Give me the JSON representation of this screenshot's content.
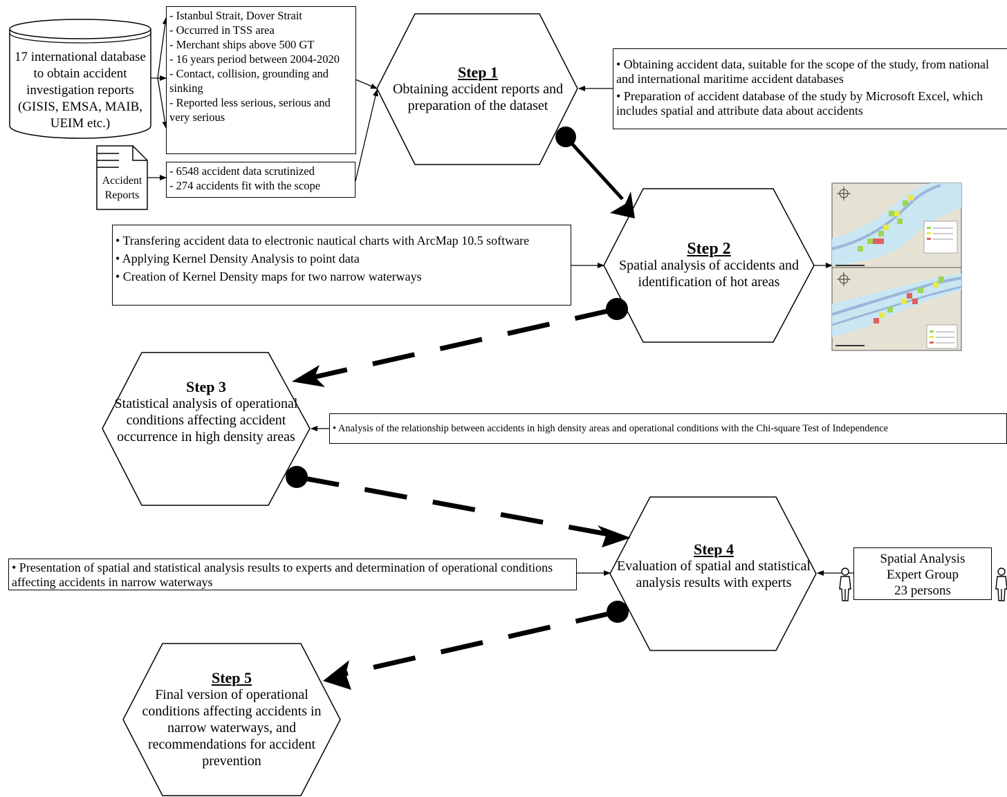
{
  "database": {
    "text": "17 international database to obtain accident investigation reports (GISIS, EMSA, MAIB, UEIM etc.)"
  },
  "document": {
    "line1": "Accident",
    "line2": "Reports"
  },
  "criteria": {
    "items": [
      "- Istanbul Strait, Dover Strait",
      "- Occurred in TSS area",
      "- Merchant ships above 500 GT",
      "- 16 years period between 2004-2020",
      "- Contact, collision, grounding and sinking",
      "- Reported less serious, serious and very serious"
    ]
  },
  "counts": {
    "items": [
      "- 6548 accident data scrutinized",
      "- 274 accidents fit with the scope"
    ]
  },
  "step1": {
    "title": "Step 1",
    "text": "Obtaining accident reports and preparation of the dataset",
    "notes": [
      "• Obtaining accident data, suitable for the scope of the study, from national and international maritime accident databases",
      "• Preparation of accident database of the study by Microsoft Excel, which includes spatial and attribute data about accidents"
    ]
  },
  "step2": {
    "title": "Step 2",
    "text": "Spatial analysis of accidents and identification of hot areas",
    "notes": [
      "• Transfering accident data to electronic nautical charts with ArcMap 10.5 software",
      "• Applying Kernel Density Analysis to point data",
      "• Creation of Kernel Density maps for two narrow waterways"
    ]
  },
  "step3": {
    "title": "Step 3",
    "text": "Statistical analysis of operational conditions affecting accident occurrence in high density areas",
    "notes": [
      "• Analysis of the relationship between accidents in high density areas and operational conditions with the Chi-square Test of Independence"
    ]
  },
  "step4": {
    "title": "Step 4",
    "text": "Evaluation of spatial and statistical analysis results with experts",
    "notes": [
      "• Presentation of spatial and statistical analysis results to experts and determination of operational conditions affecting accidents in narrow waterways"
    ]
  },
  "step5": {
    "title": "Step 5",
    "text": "Final version of operational conditions affecting accidents in narrow waterways, and recommendations for accident prevention"
  },
  "experts": {
    "line1": "Spatial Analysis",
    "line2": "Expert Group",
    "line3": "23 persons"
  },
  "colors": {
    "map_land": "#e6e2d3",
    "map_water": "#c9e6f2",
    "map_lane": "#9ab7d9",
    "heat_green": "#9bd84f",
    "heat_yellow": "#e8e84a",
    "heat_red": "#e06060"
  }
}
